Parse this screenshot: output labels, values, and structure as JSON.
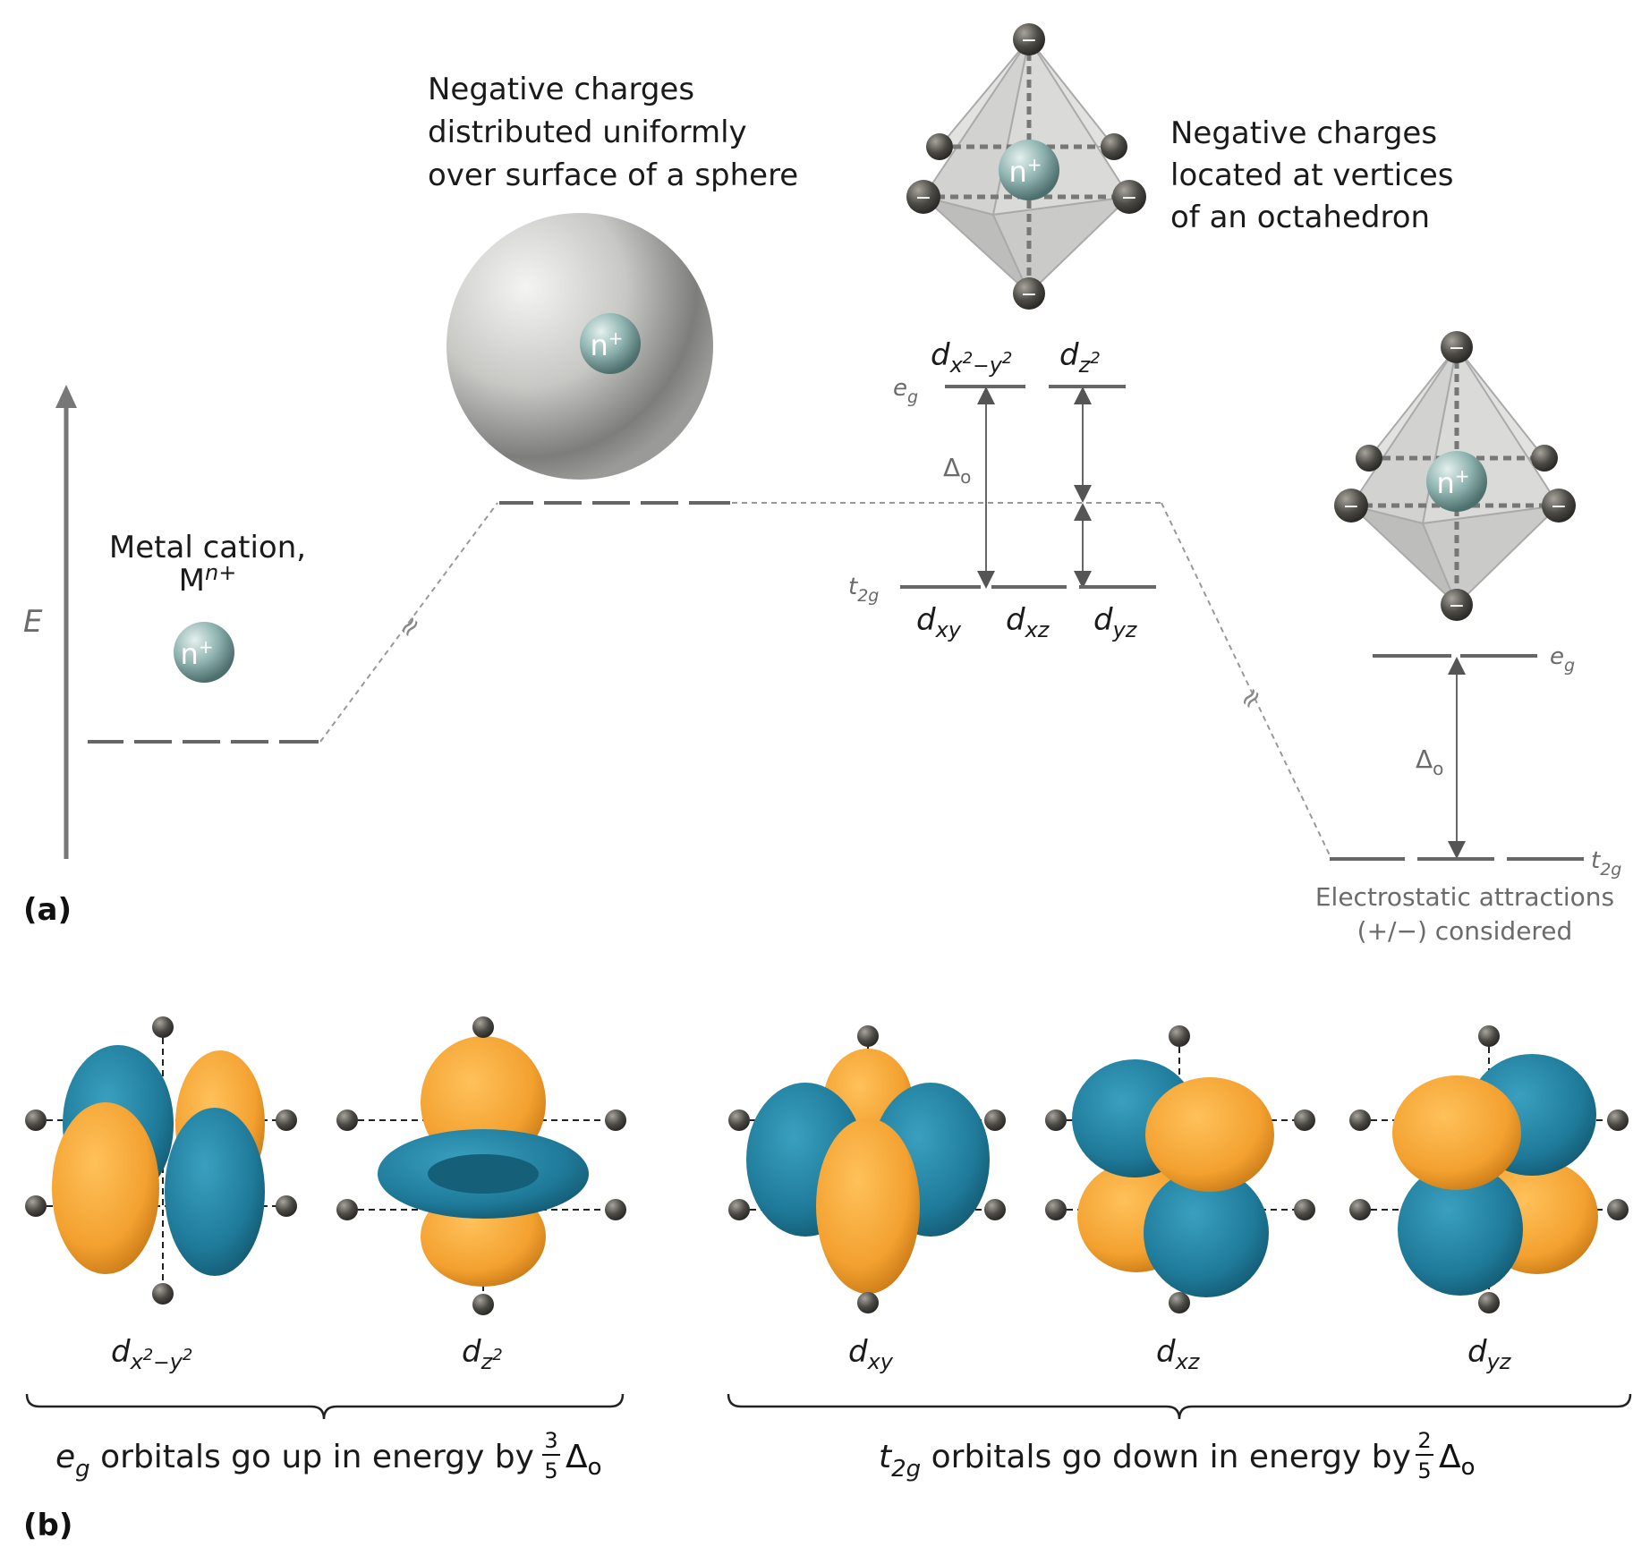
{
  "panel_a": {
    "label": "(a)",
    "axis_label": "E",
    "metal": {
      "line1": "Metal cation,",
      "line2_M": "M",
      "line2_sup": "n+",
      "ion": "n",
      "ion_sup": "+"
    },
    "sphere": {
      "line1": "Negative charges",
      "line2": "distributed uniformly",
      "line3": "over surface of a sphere",
      "ion": "n",
      "ion_sup": "+"
    },
    "octa": {
      "line1": "Negative charges",
      "line2": "located at vertices",
      "line3": "of an octahedron",
      "ion": "n",
      "ion_sup": "+",
      "charge": "−"
    },
    "split": {
      "eg": "e",
      "eg_sub": "g",
      "t2g": "t",
      "t2g_sub": "2g",
      "delta": "Δ",
      "delta_sub": "o",
      "d": "d",
      "dx2y2_x": "x",
      "dx2y2_2": "2",
      "dx2y2_minus": "−",
      "dx2y2_y": "y",
      "dz2_z": "z",
      "dxy": "xy",
      "dxz": "xz",
      "dyz": "yz"
    },
    "electro": {
      "line1": "Electrostatic attractions",
      "line2": "(+/−) considered"
    }
  },
  "panel_b": {
    "label": "(b)",
    "eg_text": "orbitals go up in energy by",
    "t2g_text": "orbitals go down in energy by",
    "eg_frac": {
      "num": "3",
      "den": "5"
    },
    "t2g_frac": {
      "num": "2",
      "den": "5"
    }
  },
  "colors": {
    "teal": "#1f7a99",
    "orange": "#f3a130",
    "line": "#666666",
    "ion": "#8fb3b0"
  }
}
